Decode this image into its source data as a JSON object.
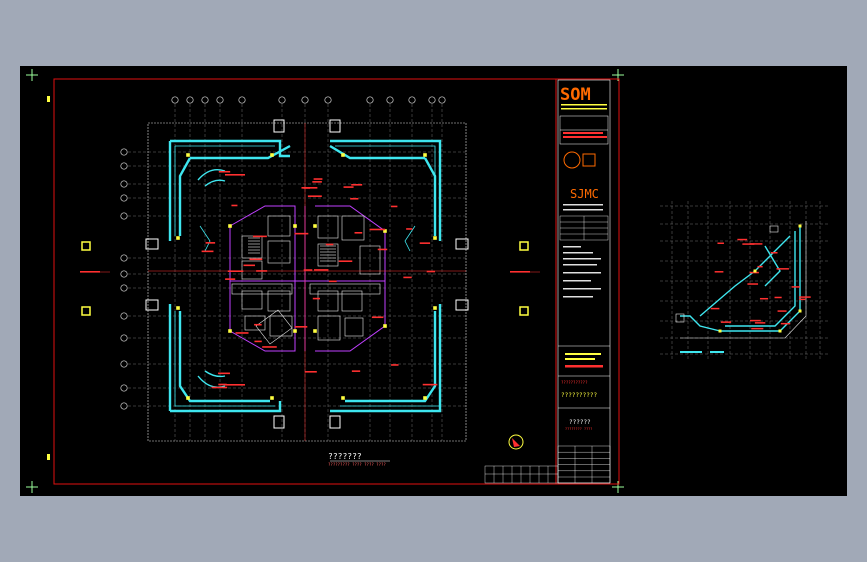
{
  "app": {
    "window_state": "model-space view",
    "background": "#a1a9b7",
    "canvas": "#000000"
  },
  "colors": {
    "wall": "#3ee6ef",
    "frame": "#e01010",
    "grid": "#cfcfcf",
    "column": "#ffff40",
    "partition": "#c040ff",
    "annotation": "#ff3030",
    "fixture": "#ffffff",
    "accent": "#e0e040"
  },
  "title_block": {
    "firm_logo": "SOM",
    "firm_logo_alt": "SJMC",
    "red_note_1": "???????????",
    "yellow_note_1": "??????????",
    "drawing_code": "??????",
    "drawing_subcode": "???????? ????"
  },
  "plan": {
    "title": "???????",
    "subtitle": "????????? ???? ???? ????"
  },
  "icons": {
    "crosshair": "crosshair-icon",
    "north_arrow": "north-arrow-icon"
  }
}
